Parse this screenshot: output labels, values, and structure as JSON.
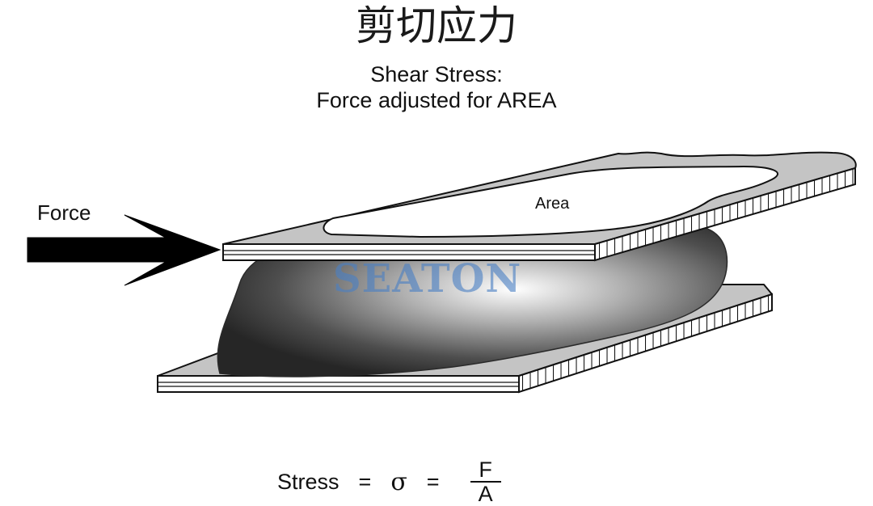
{
  "title_cn": "剪切应力",
  "subtitle": {
    "line1": "Shear Stress:",
    "line2": "Force adjusted for AREA"
  },
  "diagram": {
    "force_label": "Force",
    "area_label": "Area",
    "watermark_text": "SEATON",
    "plate_color": "#c4c4c4",
    "arrow_color": "#000000",
    "watermark_color": "#4a80c4"
  },
  "formula": {
    "lhs": "Stress",
    "equals": "=",
    "symbol": "σ",
    "numerator": "F",
    "denominator": "A"
  }
}
